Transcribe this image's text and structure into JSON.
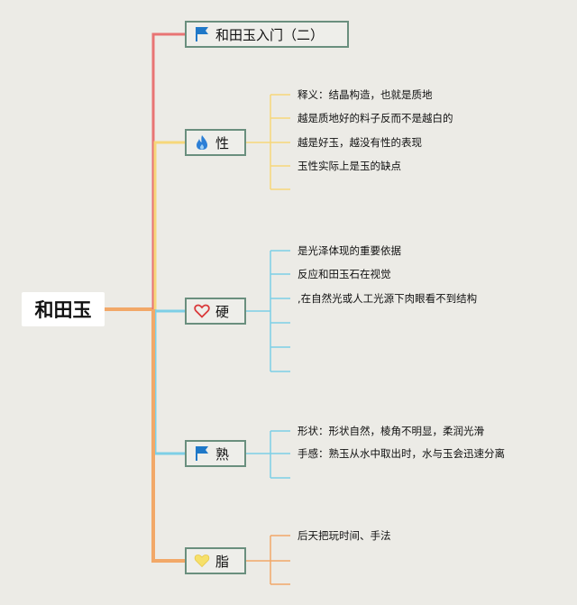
{
  "root": {
    "label": "和田玉"
  },
  "branches": [
    {
      "id": "intro",
      "label": "和田玉入门（二）",
      "icon": "flag-icon",
      "color": "#e87474",
      "items": []
    },
    {
      "id": "xing",
      "label": "性",
      "icon": "flame-icon",
      "color": "#f6d77a",
      "items": [
        "释义：结晶构造，也就是质地",
        "越是质地好的料子反而不是越白的",
        "越是好玉，越没有性的表现",
        "玉性实际上是玉的缺点"
      ]
    },
    {
      "id": "ying",
      "label": "硬",
      "icon": "heart-icon",
      "color": "#7dcfe6",
      "items": [
        "是光泽体现的重要依据",
        "反应和田玉石在视觉",
        ",在自然光或人工光源下肉眼看不到结构",
        "",
        "",
        ""
      ]
    },
    {
      "id": "shu",
      "label": "熟",
      "icon": "flag-icon",
      "color": "#7dcfe6",
      "items": [
        "形状：形状自然，棱角不明显，柔润光滑",
        "手感：熟玉从水中取出时，水与玉会迅速分离"
      ]
    },
    {
      "id": "zhi",
      "label": "脂",
      "icon": "heart-icon",
      "color": "#f2a868",
      "items": [
        "后天把玩时间、手法",
        "",
        ""
      ]
    }
  ],
  "colors": {
    "trunk": "#f2a868",
    "node_border": "#6a8f7e",
    "flag": "#1f78c8",
    "flame": "#2d7fd6",
    "heart_outline": "#d9383a",
    "heart_fill": "#f6e06a"
  }
}
